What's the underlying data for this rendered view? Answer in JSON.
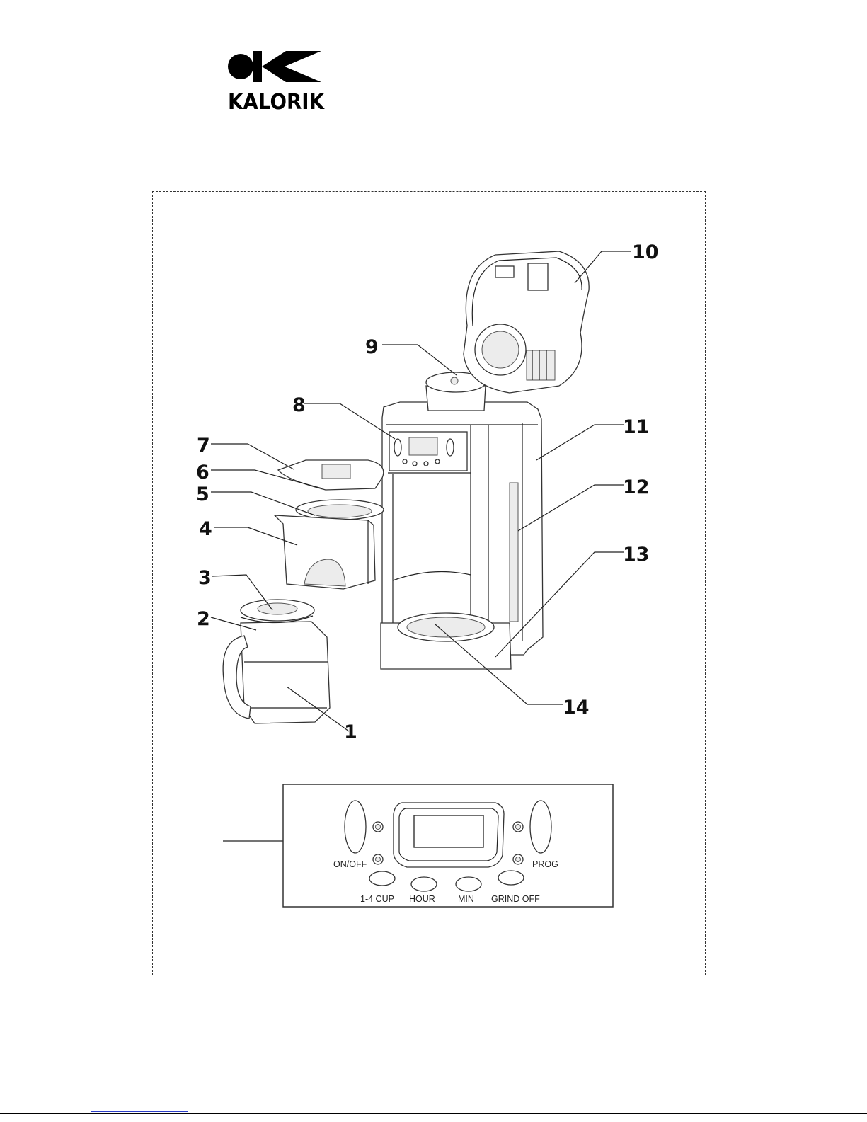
{
  "brand": {
    "name": "KALORIK"
  },
  "callouts": [
    {
      "id": "1",
      "label": "1"
    },
    {
      "id": "2",
      "label": "2"
    },
    {
      "id": "3",
      "label": "3"
    },
    {
      "id": "4",
      "label": "4"
    },
    {
      "id": "5",
      "label": "5"
    },
    {
      "id": "6",
      "label": "6"
    },
    {
      "id": "7",
      "label": "7"
    },
    {
      "id": "8",
      "label": "8"
    },
    {
      "id": "9",
      "label": "9"
    },
    {
      "id": "10",
      "label": "10"
    },
    {
      "id": "11",
      "label": "11"
    },
    {
      "id": "12",
      "label": "12"
    },
    {
      "id": "13",
      "label": "13"
    },
    {
      "id": "14",
      "label": "14"
    }
  ],
  "control_panel": {
    "labels": {
      "on_off": "ON/OFF",
      "prog": "PROG",
      "cup": "1-4 CUP",
      "hour": "HOUR",
      "min": "MIN",
      "grind_off": "GRIND OFF"
    }
  },
  "colors": {
    "ink": "#111111",
    "link": "#2a3cc7"
  }
}
